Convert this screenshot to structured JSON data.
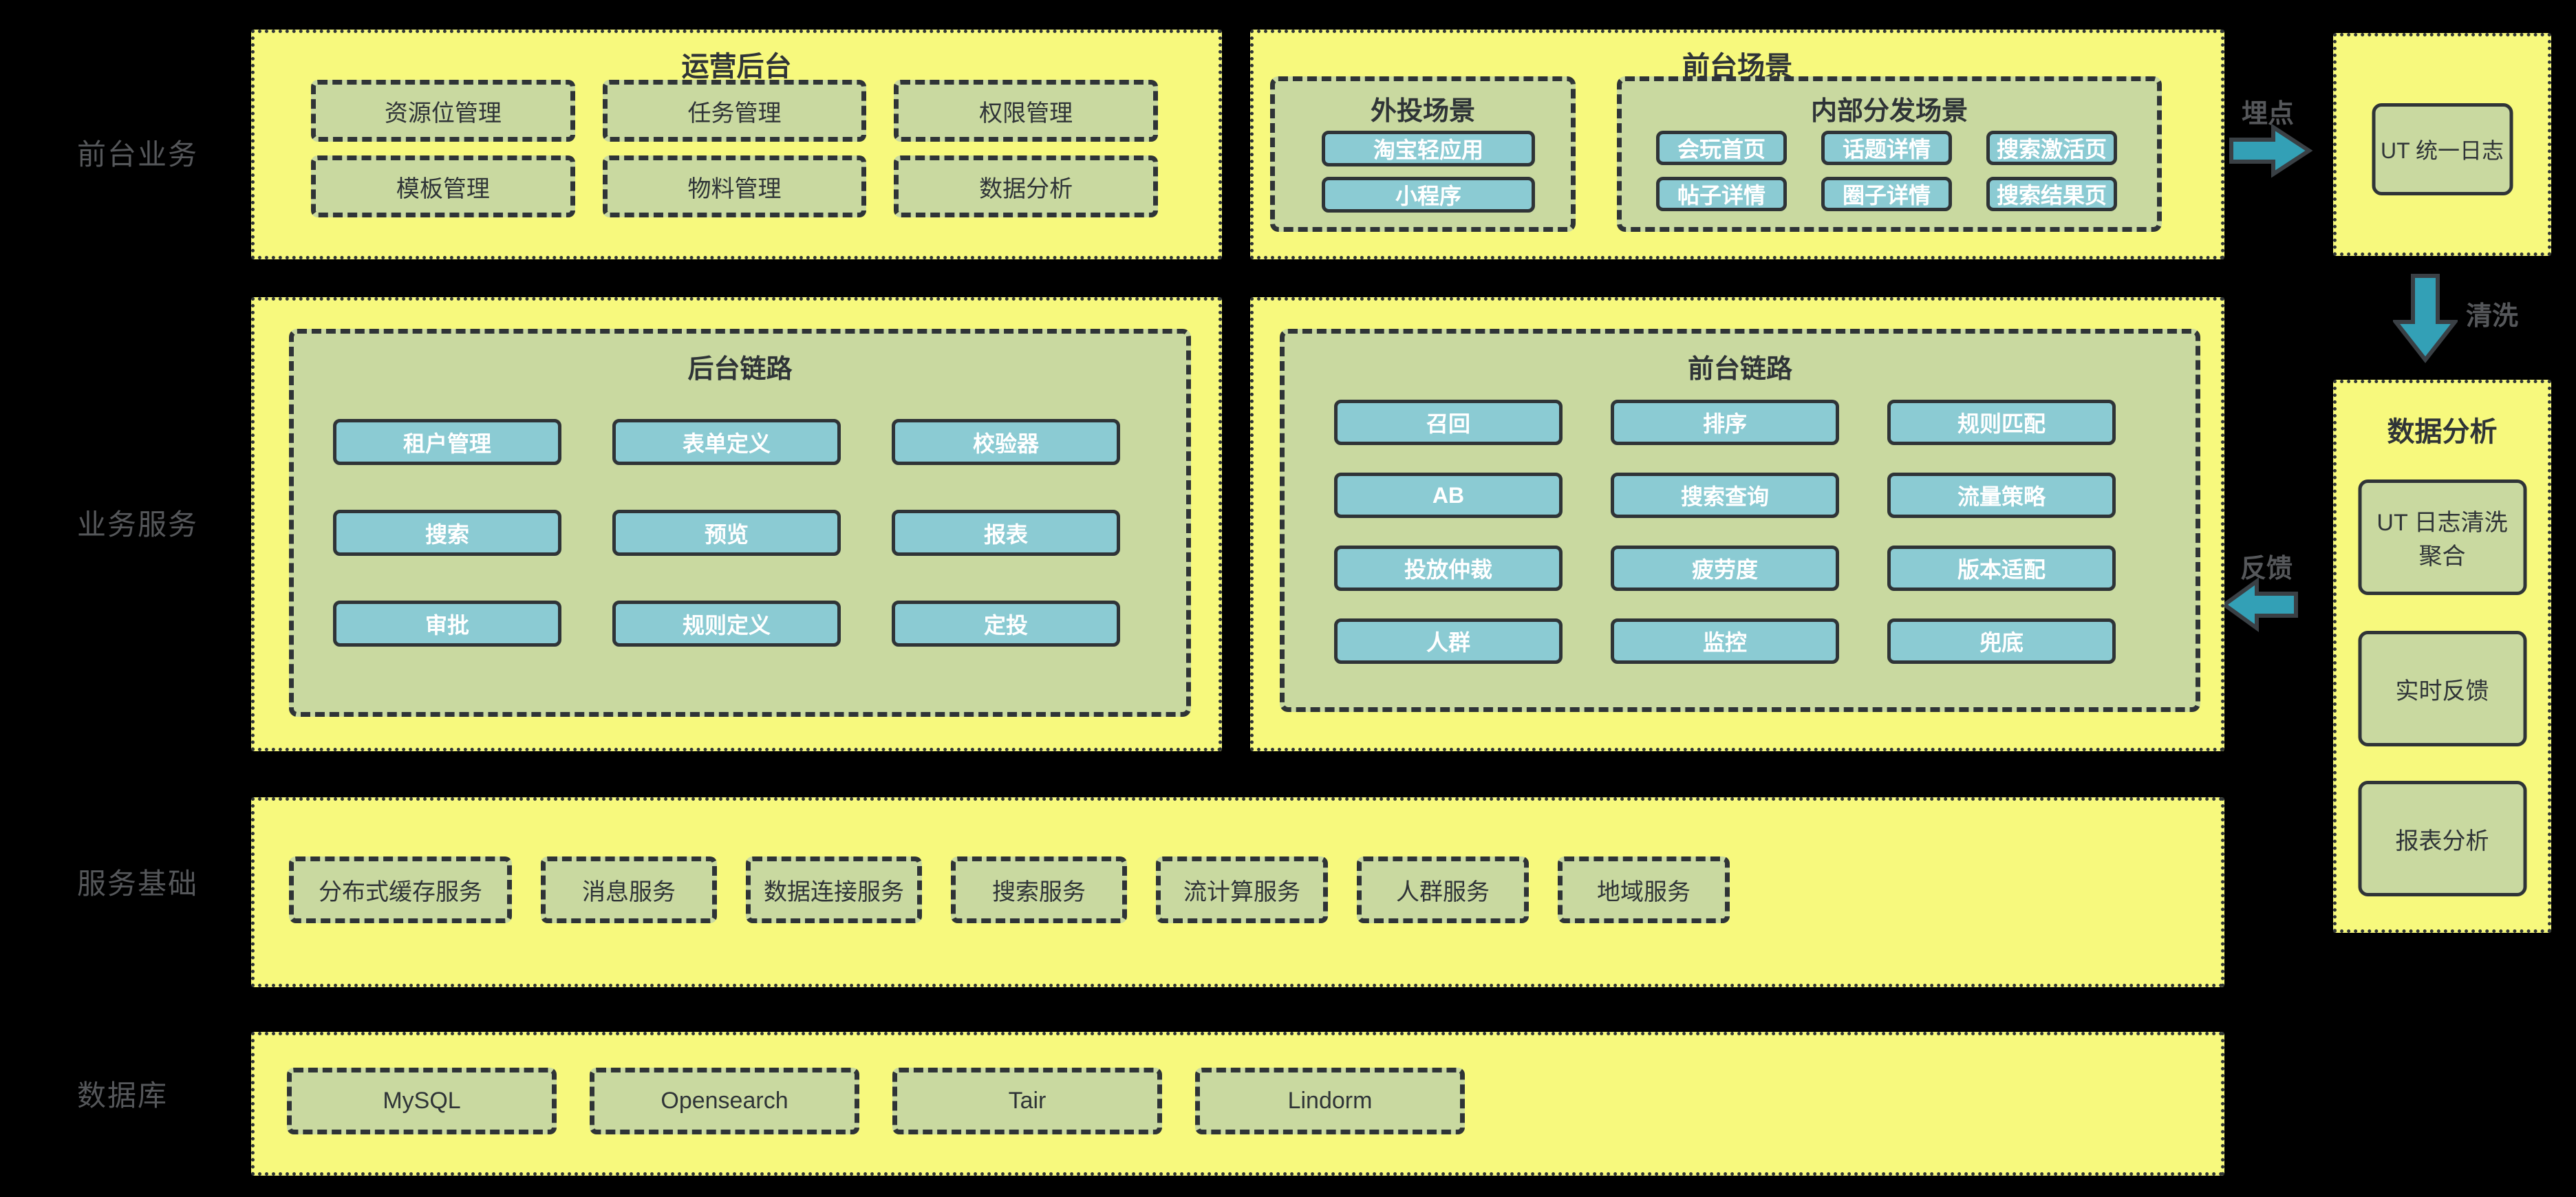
{
  "layers": {
    "front_business": "前台业务",
    "business_service": "业务服务",
    "service_base": "服务基础",
    "database": "数据库"
  },
  "ops_backend": {
    "title": "运营后台",
    "items": [
      "资源位管理",
      "任务管理",
      "权限管理",
      "模板管理",
      "物料管理",
      "数据分析"
    ]
  },
  "front_scene": {
    "title": "前台场景",
    "external": {
      "title": "外投场景",
      "items": [
        "淘宝轻应用",
        "小程序"
      ]
    },
    "internal": {
      "title": "内部分发场景",
      "items": [
        "会玩首页",
        "话题详情",
        "搜索激活页",
        "帖子详情",
        "圈子详情",
        "搜索结果页"
      ]
    }
  },
  "ut_log": {
    "node": "UT 统一日志"
  },
  "data_analysis": {
    "title": "数据分析",
    "items": [
      "UT 日志清洗聚合",
      "实时反馈",
      "报表分析"
    ]
  },
  "backstage_chain": {
    "title": "后台链路",
    "items": [
      "租户管理",
      "表单定义",
      "校验器",
      "搜索",
      "预览",
      "报表",
      "审批",
      "规则定义",
      "定投"
    ]
  },
  "front_chain": {
    "title": "前台链路",
    "items": [
      "召回",
      "排序",
      "规则匹配",
      "AB",
      "搜索查询",
      "流量策略",
      "投放仲裁",
      "疲劳度",
      "版本适配",
      "人群",
      "监控",
      "兜底"
    ]
  },
  "service_base": {
    "items": [
      "分布式缓存服务",
      "消息服务",
      "数据连接服务",
      "搜索服务",
      "流计算服务",
      "人群服务",
      "地域服务"
    ]
  },
  "database": {
    "items": [
      "MySQL",
      "Opensearch",
      "Tair",
      "Lindorm"
    ]
  },
  "arrows": {
    "tracking": "埋点",
    "cleaning": "清洗",
    "feedback": "反馈"
  },
  "colors": {
    "background": "#000000",
    "panel_yellow": "#f7f97d",
    "group_green": "#c9d9a0",
    "node_teal": "#8bcbd3",
    "arrow_teal": "#33a0b6",
    "border_dark": "#2f3437",
    "label_gray": "#55575a"
  }
}
